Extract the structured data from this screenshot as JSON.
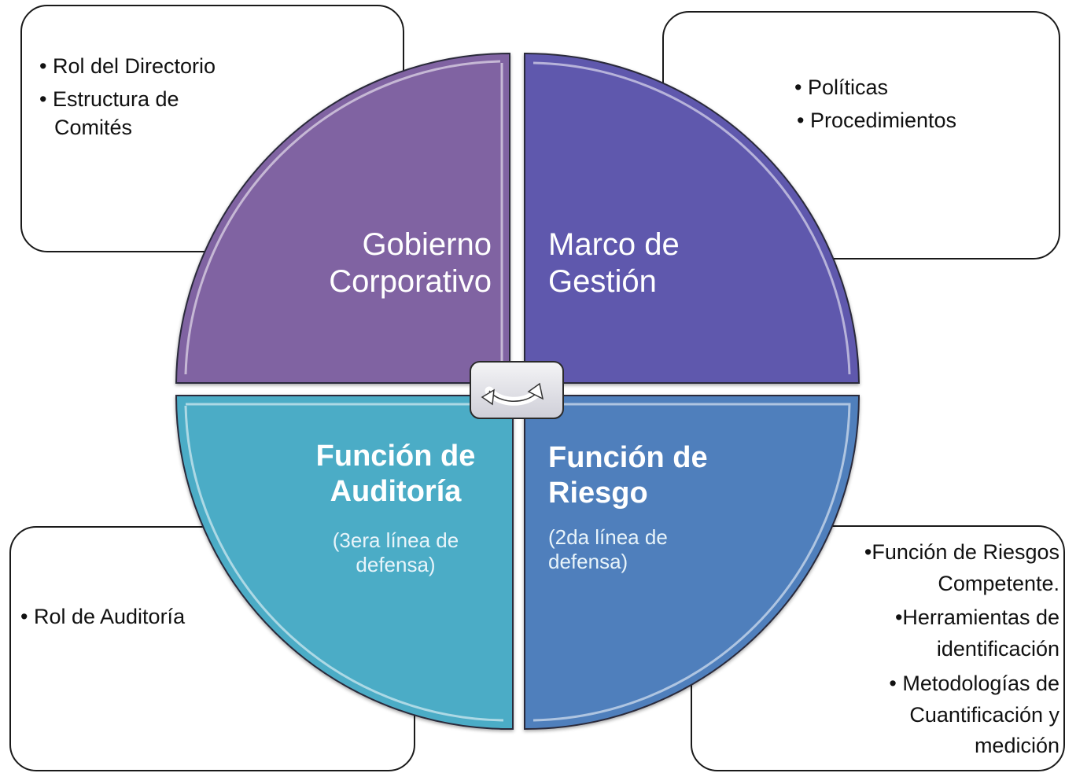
{
  "quadrants": {
    "top_left": {
      "line1": "Gobierno",
      "line2": "Corporativo",
      "color": "#8064a2"
    },
    "top_right": {
      "line1": "Marco de",
      "line2": "Gestión",
      "color": "#5e58ad"
    },
    "bottom_left": {
      "line1": "Función de",
      "line2": "Auditoría",
      "sub1": "(3era línea de",
      "sub2": "defensa)",
      "color": "#4bacc6"
    },
    "bottom_right": {
      "line1": "Función de",
      "line2": "Riesgo",
      "sub1": "(2da línea de",
      "sub2": "defensa)",
      "color": "#4f7fbc"
    }
  },
  "boxes": {
    "top_left": {
      "bullet1": "•  Rol del Directorio",
      "bullet2": "•  Estructura de",
      "bullet2_cont": "Comités"
    },
    "top_right": {
      "bullet1": "• Políticas",
      "bullet2": "• Procedimientos"
    },
    "bottom_left": {
      "bullet1": "• Rol de Auditoría"
    },
    "bottom_right": {
      "b1_l1": "•Función de Riesgos",
      "b1_l2": "Competente.",
      "b2_l1": "•Herramientas de",
      "b2_l2": "identificación",
      "b3_l1": "• Metodologías de",
      "b3_l2": "Cuantificación y",
      "b3_l3": "medición"
    }
  },
  "center_icon": "cycle-arrow-icon"
}
